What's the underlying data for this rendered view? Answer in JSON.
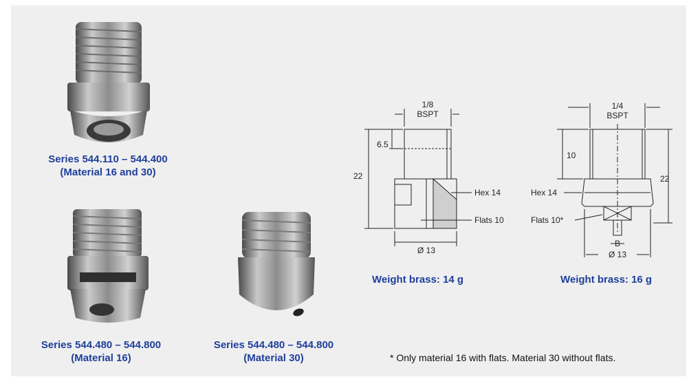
{
  "products": [
    {
      "series": "Series 544.110 – 544.400",
      "material": "(Material 16 and 30)"
    },
    {
      "series": "Series 544.480 – 544.800",
      "material": "(Material 16)"
    },
    {
      "series": "Series 544.480 – 544.800",
      "material": "(Material 30)"
    }
  ],
  "drawings": [
    {
      "thread_size": "1/8",
      "thread_type": "BSPT",
      "dim_thread_length": "6.5",
      "dim_total_length": "22",
      "dim_hex": "Hex 14",
      "dim_flats": "Flats 10",
      "dim_diameter": "Ø 13",
      "weight": "Weight brass: 14 g"
    },
    {
      "thread_size": "1/4",
      "thread_type": "BSPT",
      "dim_thread_length": "10",
      "dim_total_length": "22",
      "dim_hex": "Hex 14",
      "dim_flats": "Flats 10*",
      "dim_slot": "B",
      "dim_diameter": "Ø 13",
      "weight": "Weight brass: 16 g"
    }
  ],
  "footnote": "* Only material 16 with flats. Material 30 without flats."
}
